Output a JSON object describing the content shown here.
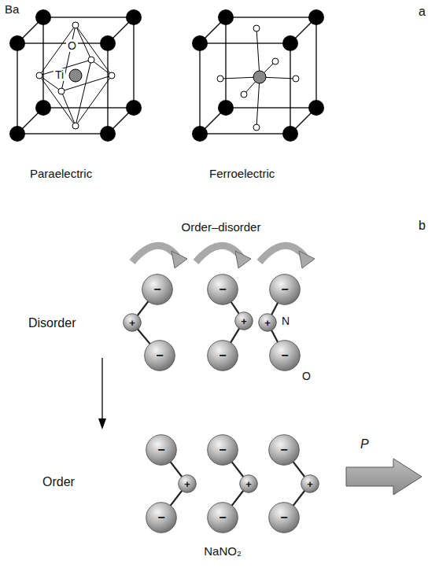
{
  "diagram": {
    "nodes": [
      {
        "text": [
          "−"
        ]
      },
      {
        "text": [
          "+"
        ]
      },
      {
        "text": [
          "−"
        ]
      },
      {
        "text": [
          "−"
        ]
      },
      {
        "text": [
          "+"
        ]
      },
      {
        "text": [
          "−"
        ]
      },
      {
        "text": [
          "−"
        ]
      },
      {
        "text": [
          "+"
        ]
      },
      {
        "text": [
          "−"
        ]
      },
      {
        "text": [
          "−"
        ]
      },
      {
        "text": [
          "+"
        ]
      },
      {
        "text": [
          "−"
        ]
      },
      {
        "text": [
          "−"
        ]
      },
      {
        "text": [
          "+"
        ]
      },
      {
        "text": [
          "−"
        ]
      },
      {
        "text": [
          "−"
        ]
      },
      {
        "text": [
          "+"
        ]
      },
      {
        "text": [
          "−"
        ]
      }
    ],
    "edges": [
      {
        "from": 1,
        "to": 0,
        "arrow": "none"
      },
      {
        "from": 1,
        "to": 2,
        "arrow": "none"
      },
      {
        "from": 4,
        "to": 3,
        "arrow": "none"
      },
      {
        "from": 4,
        "to": 5,
        "arrow": "none"
      },
      {
        "from": 7,
        "to": 6,
        "arrow": "none"
      },
      {
        "from": 7,
        "to": 8,
        "arrow": "none"
      },
      {
        "from": 10,
        "to": 9,
        "arrow": "none"
      },
      {
        "from": 10,
        "to": 11,
        "arrow": "none"
      },
      {
        "from": 13,
        "to": 12,
        "arrow": "none"
      },
      {
        "from": 13,
        "to": 14,
        "arrow": "none"
      },
      {
        "from": 16,
        "to": 15,
        "arrow": "none"
      },
      {
        "from": 16,
        "to": 17,
        "arrow": "none"
      }
    ],
    "labels": [
      "Ba",
      "O",
      "Ti",
      "Paraelectric",
      "Ferroelectric",
      "a",
      "Order–disorder",
      "b",
      "Disorder",
      "N",
      "O",
      "Order",
      "NaNO₂",
      "P"
    ]
  }
}
